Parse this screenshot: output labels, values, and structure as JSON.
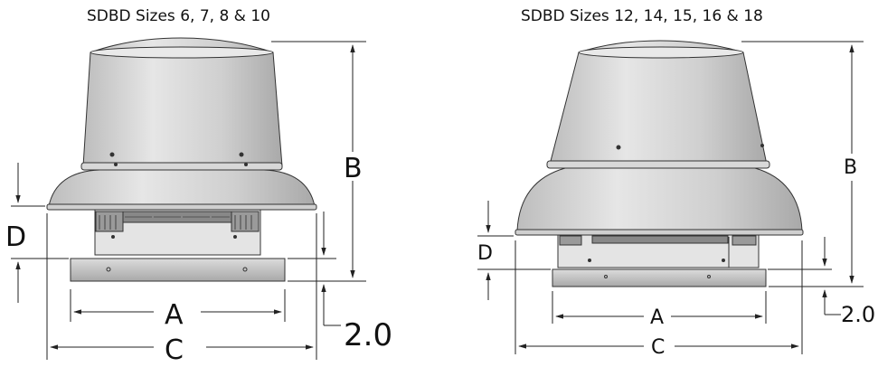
{
  "left": {
    "title": "SDBD Sizes 6, 7, 8 & 10",
    "labels": {
      "a": "A",
      "b": "B",
      "c": "C",
      "d": "D",
      "offset": "2.0"
    }
  },
  "right": {
    "title": "SDBD Sizes 12, 14, 15, 16 & 18",
    "labels": {
      "a": "A",
      "b": "B",
      "c": "C",
      "d": "D",
      "offset": "2.0"
    }
  }
}
